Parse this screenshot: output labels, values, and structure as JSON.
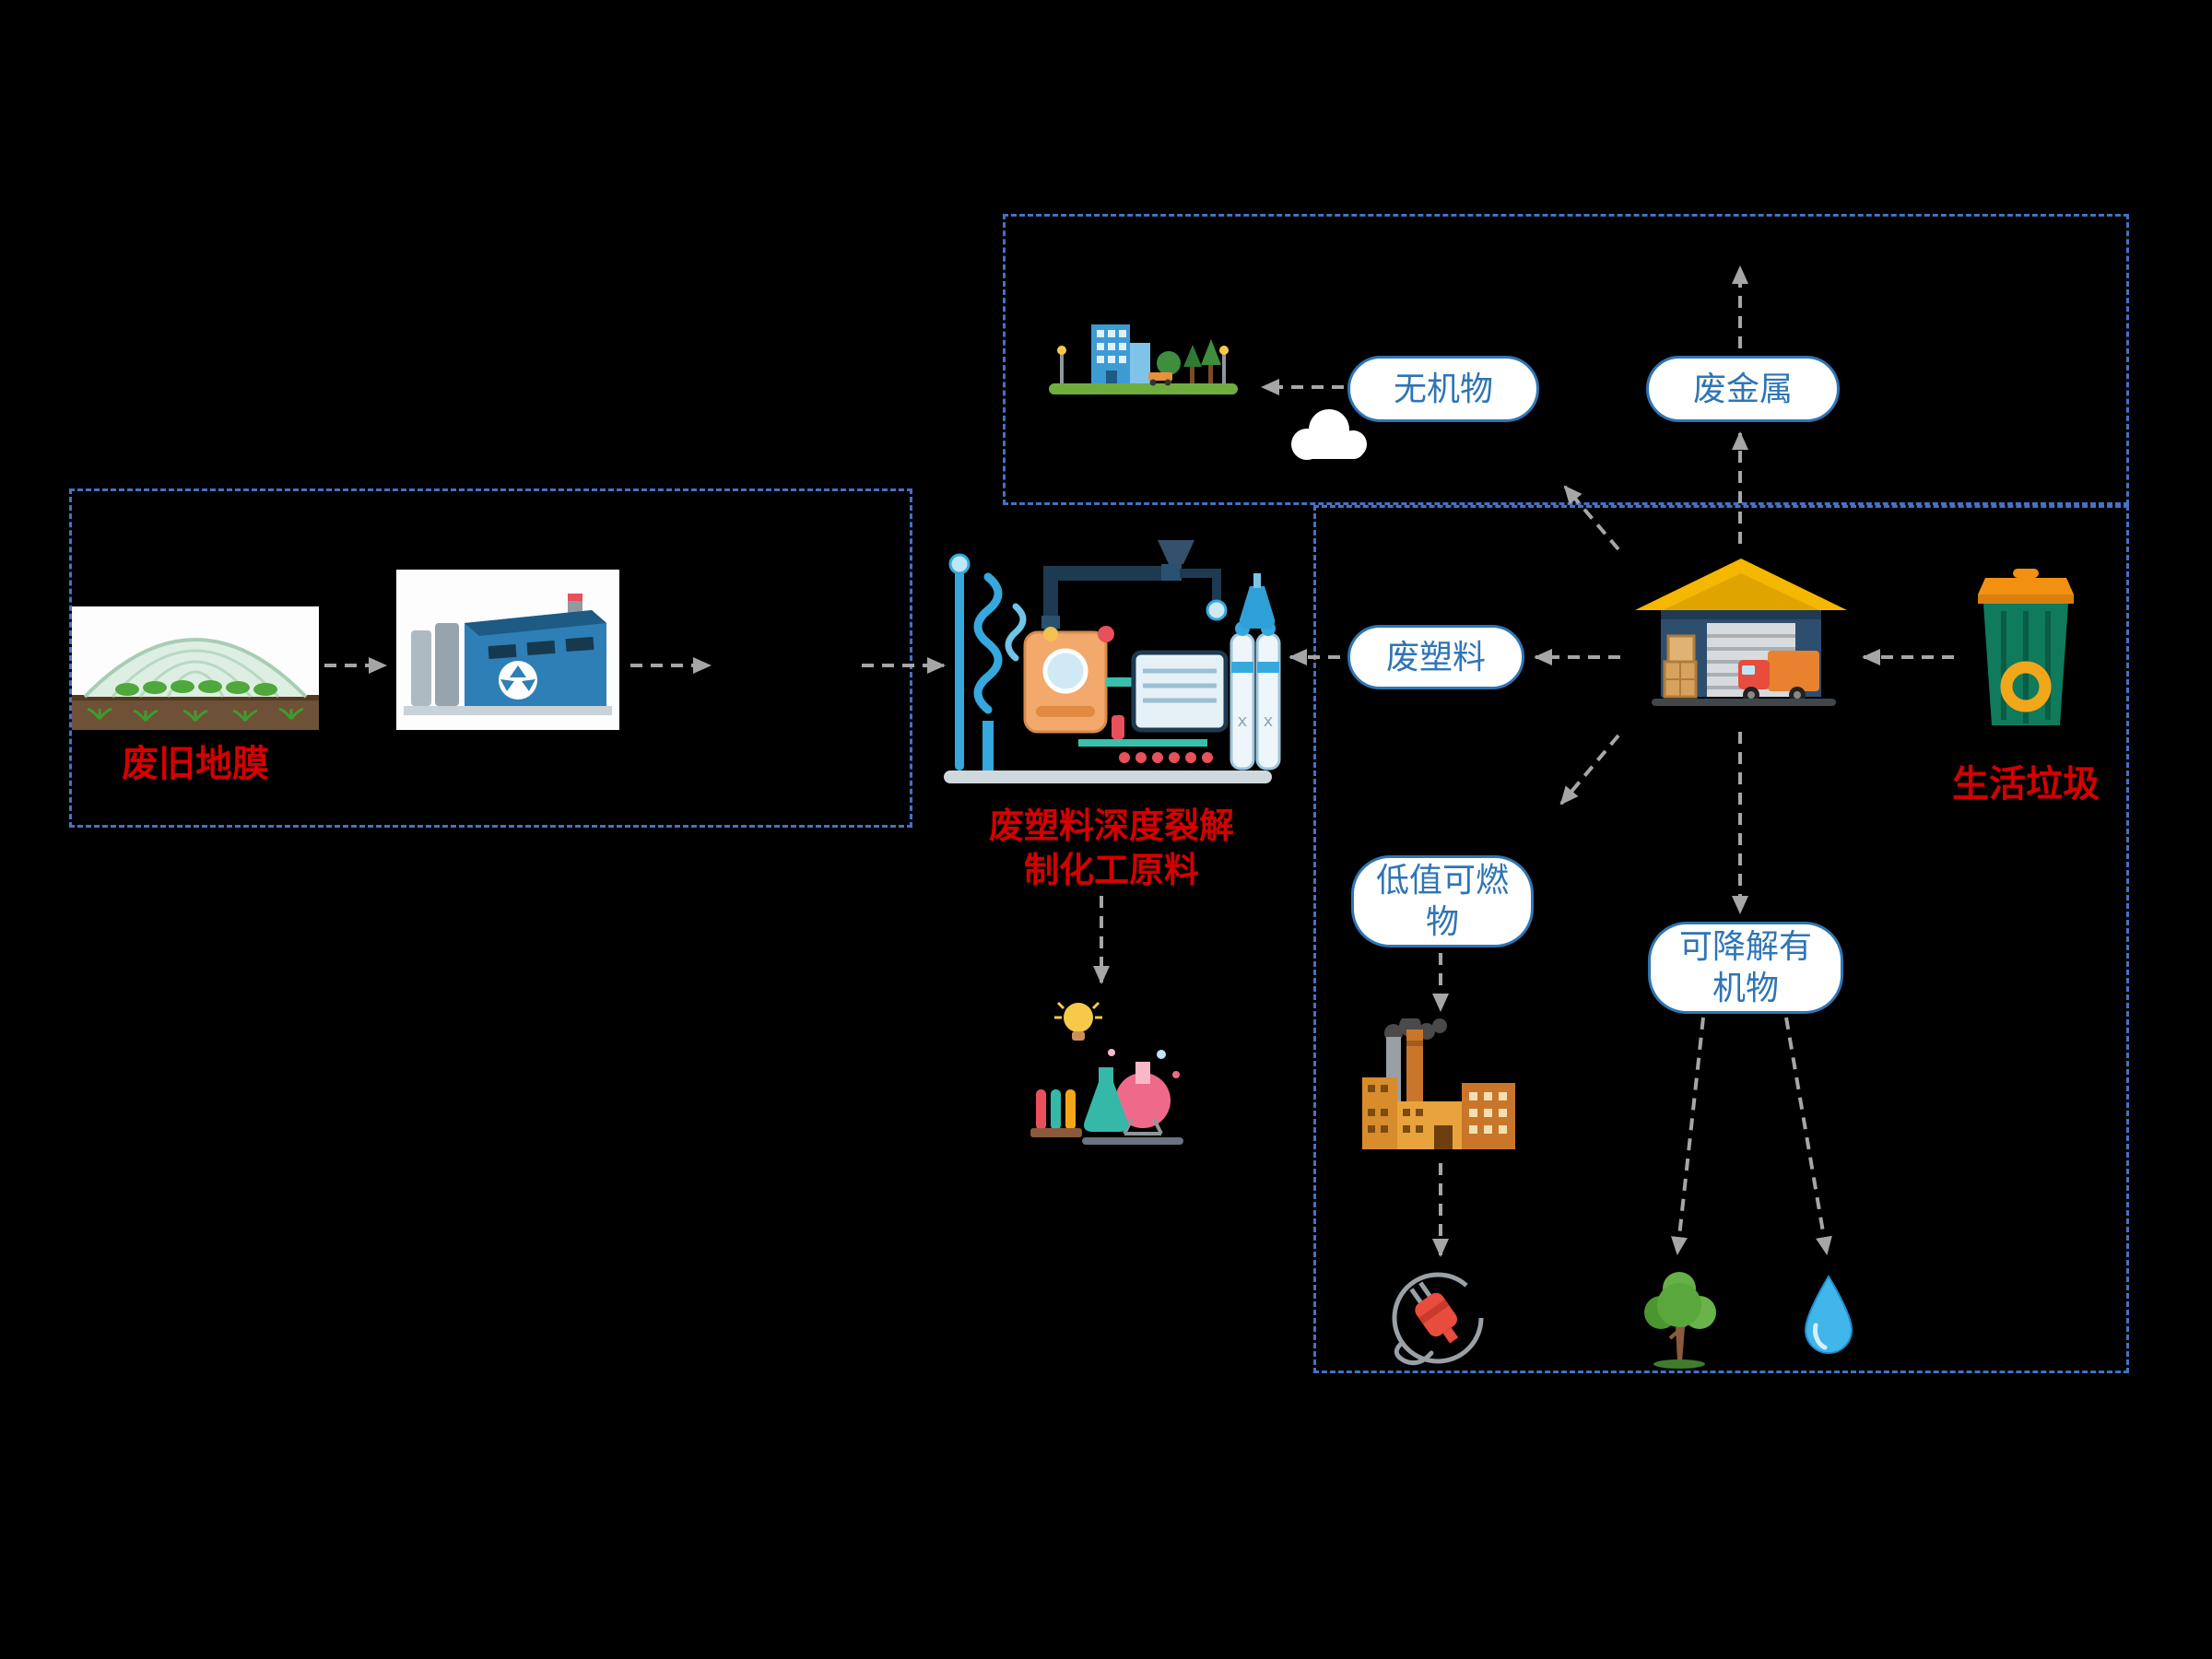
{
  "colors": {
    "background": "#000000",
    "box_border": "#4472C4",
    "bubble_border": "#2E75B6",
    "bubble_text": "#2E75B6",
    "red_label": "#D40000",
    "arrow": "#A6A6A6"
  },
  "left_group": {
    "mulch_film_label": "废旧地膜"
  },
  "center": {
    "caption_line1": "废塑料深度裂解",
    "caption_line2": "制化工原料"
  },
  "right_group": {
    "household_waste_label": "生活垃圾",
    "bubbles": {
      "inorganic": "无机物",
      "waste_metal": "废金属",
      "waste_plastic": "废塑料",
      "low_value_combustible": "低值可燃物",
      "degradable_organic": "可降解有机物"
    }
  },
  "icons": {
    "greenhouse": "greenhouse-field-photo",
    "recycling_factory": "recycling-factory-photo",
    "pyrolysis_machine": "pyrolysis-equipment-illustration",
    "chemical_products": "chemistry-lab-illustration",
    "city_park": "city-park-illustration",
    "steam_cloud": "steam-cloud",
    "sorting_warehouse": "sorting-warehouse-with-truck",
    "trash_bin": "green-trash-bin-orange-lid",
    "power_plant": "combustion-power-plant",
    "power_plug": "electric-plug-in-circle",
    "tree": "green-tree",
    "water_drop": "water-drop"
  }
}
